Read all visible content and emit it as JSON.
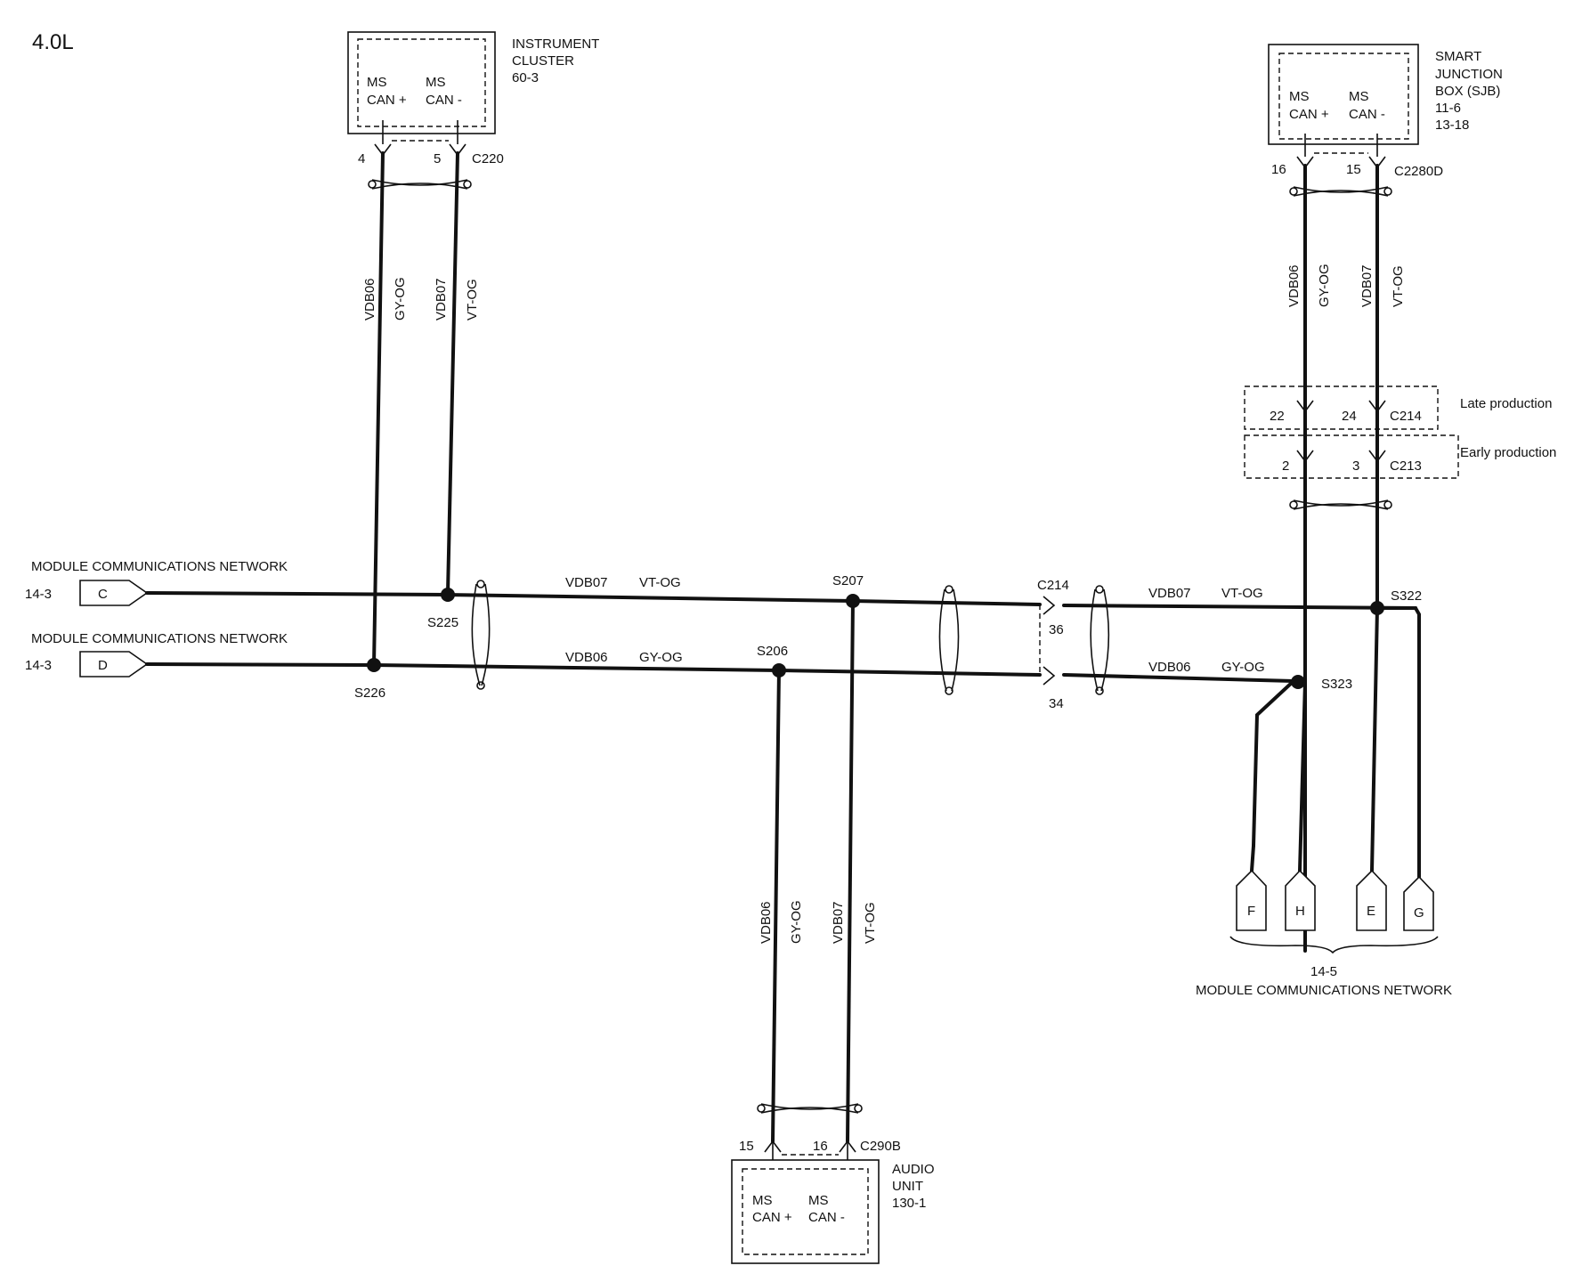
{
  "engine_label": "4.0L",
  "instrument_cluster": {
    "title_lines": [
      "INSTRUMENT",
      "CLUSTER",
      "60-3"
    ],
    "pin_plus": [
      "MS",
      "CAN +"
    ],
    "pin_minus": [
      "MS",
      "CAN -"
    ],
    "pin_plus_number": "4",
    "pin_minus_number": "5",
    "connector": "C220"
  },
  "sjb": {
    "title_lines": [
      "SMART",
      "JUNCTION",
      "BOX (SJB)",
      "11-6",
      "13-18"
    ],
    "pin_plus": [
      "MS",
      "CAN +"
    ],
    "pin_minus": [
      "MS",
      "CAN -"
    ],
    "pin_plus_number": "16",
    "pin_minus_number": "15",
    "connector": "C2280D"
  },
  "audio_unit": {
    "title_lines": [
      "AUDIO",
      "UNIT",
      "130-1"
    ],
    "pin_plus": [
      "MS",
      "CAN +"
    ],
    "pin_minus": [
      "MS",
      "CAN -"
    ],
    "pin_plus_number": "15",
    "pin_minus_number": "16",
    "connector": "C290B"
  },
  "inline_connectors": {
    "late": {
      "label": "Late production",
      "connector": "C214",
      "pin_a": "22",
      "pin_b": "24"
    },
    "early": {
      "label": "Early production",
      "connector": "C213",
      "pin_a": "2",
      "pin_b": "3"
    },
    "c214_main": {
      "connector": "C214",
      "pin_upper": "36",
      "pin_lower": "34"
    }
  },
  "wires": {
    "vdb06": {
      "circuit": "VDB06",
      "color": "GY-OG"
    },
    "vdb07": {
      "circuit": "VDB07",
      "color": "VT-OG"
    }
  },
  "splices": {
    "s225": "S225",
    "s226": "S226",
    "s207": "S207",
    "s206": "S206",
    "s322": "S322",
    "s323": "S323"
  },
  "page_refs": {
    "left_c": {
      "title": "MODULE COMMUNICATIONS NETWORK",
      "page": "14-3",
      "letter": "C"
    },
    "left_d": {
      "title": "MODULE COMMUNICATIONS NETWORK",
      "page": "14-3",
      "letter": "D"
    },
    "right_group": {
      "page": "14-5",
      "title": "MODULE COMMUNICATIONS NETWORK",
      "letters": [
        "F",
        "H",
        "E",
        "G"
      ]
    }
  }
}
